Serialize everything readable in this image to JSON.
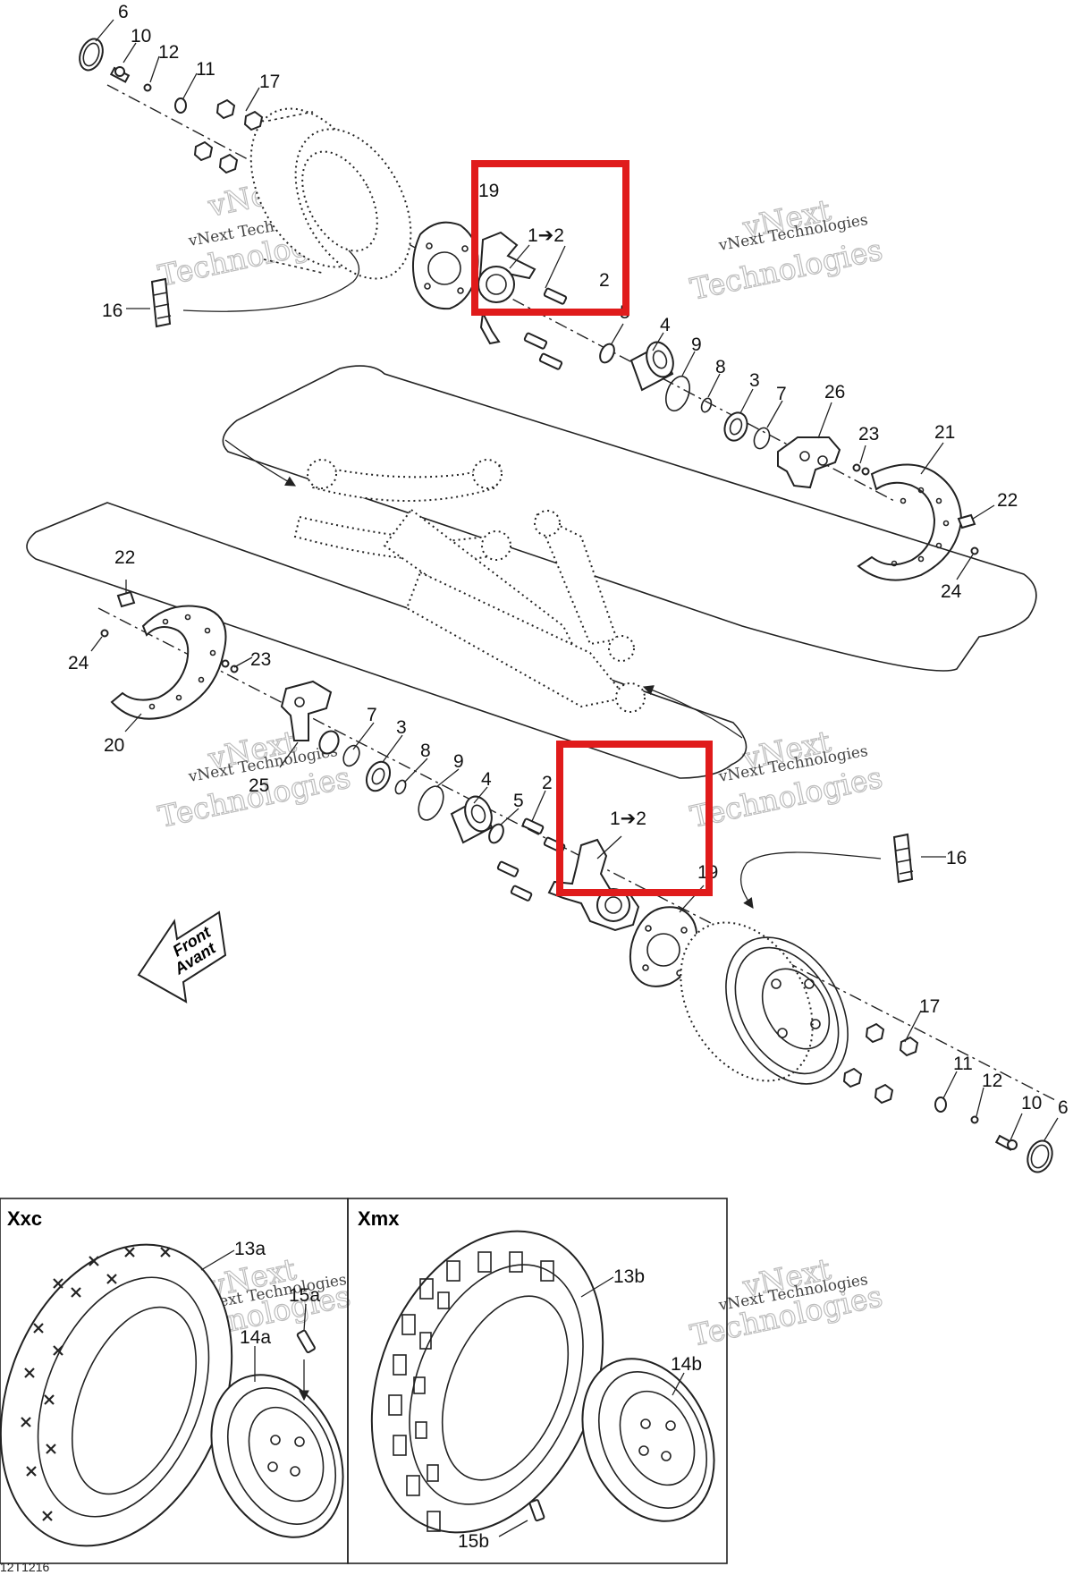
{
  "diagram_code": "12T1216",
  "watermark": {
    "line1": "vNext",
    "line2": "Technologies",
    "small": "vNext Technologies"
  },
  "front_arrow": {
    "line1": "Front",
    "line2": "Avant"
  },
  "colors": {
    "highlight": "#e01b1b",
    "line": "#222222"
  },
  "callouts": {
    "c1": "6",
    "c2": "10",
    "c3": "12",
    "c4": "11",
    "c5": "17",
    "c6": "19",
    "c7": "1➔2",
    "c8": "2",
    "c9": "16",
    "c10": "5",
    "c11": "4",
    "c12": "9",
    "c13": "8",
    "c14": "3",
    "c15": "7",
    "c16": "26",
    "c17": "23",
    "c18": "21",
    "c19": "22",
    "c20": "24",
    "c21": "22",
    "c22": "24",
    "c23": "23",
    "c24": "20",
    "c25": "7",
    "c26": "3",
    "c27": "8",
    "c28": "9",
    "c29": "4",
    "c30": "5",
    "c31": "25",
    "c32": "2",
    "c33": "1➔2",
    "c34": "19",
    "c35": "16",
    "c36": "17",
    "c37": "11",
    "c38": "12",
    "c39": "10",
    "c40": "6"
  },
  "panels": {
    "xxc": {
      "title": "Xxc",
      "tire": "13a",
      "rim": "14a",
      "valve": "15a"
    },
    "xmx": {
      "title": "Xmx",
      "tire": "13b",
      "rim": "14b",
      "valve": "15b"
    }
  }
}
